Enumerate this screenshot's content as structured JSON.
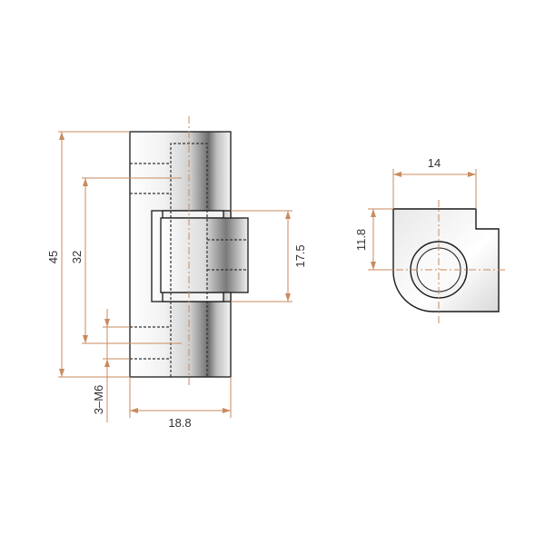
{
  "colors": {
    "dimension": "#c98a5e",
    "outline": "#1a1a1a",
    "hidden": "#333333"
  },
  "dimensions": {
    "overall_height": "45",
    "hole_spacing": "32",
    "holes": "3–M6",
    "width": "18.8",
    "leaf_height": "17.5",
    "top_width": "14",
    "top_depth": "11.8"
  }
}
